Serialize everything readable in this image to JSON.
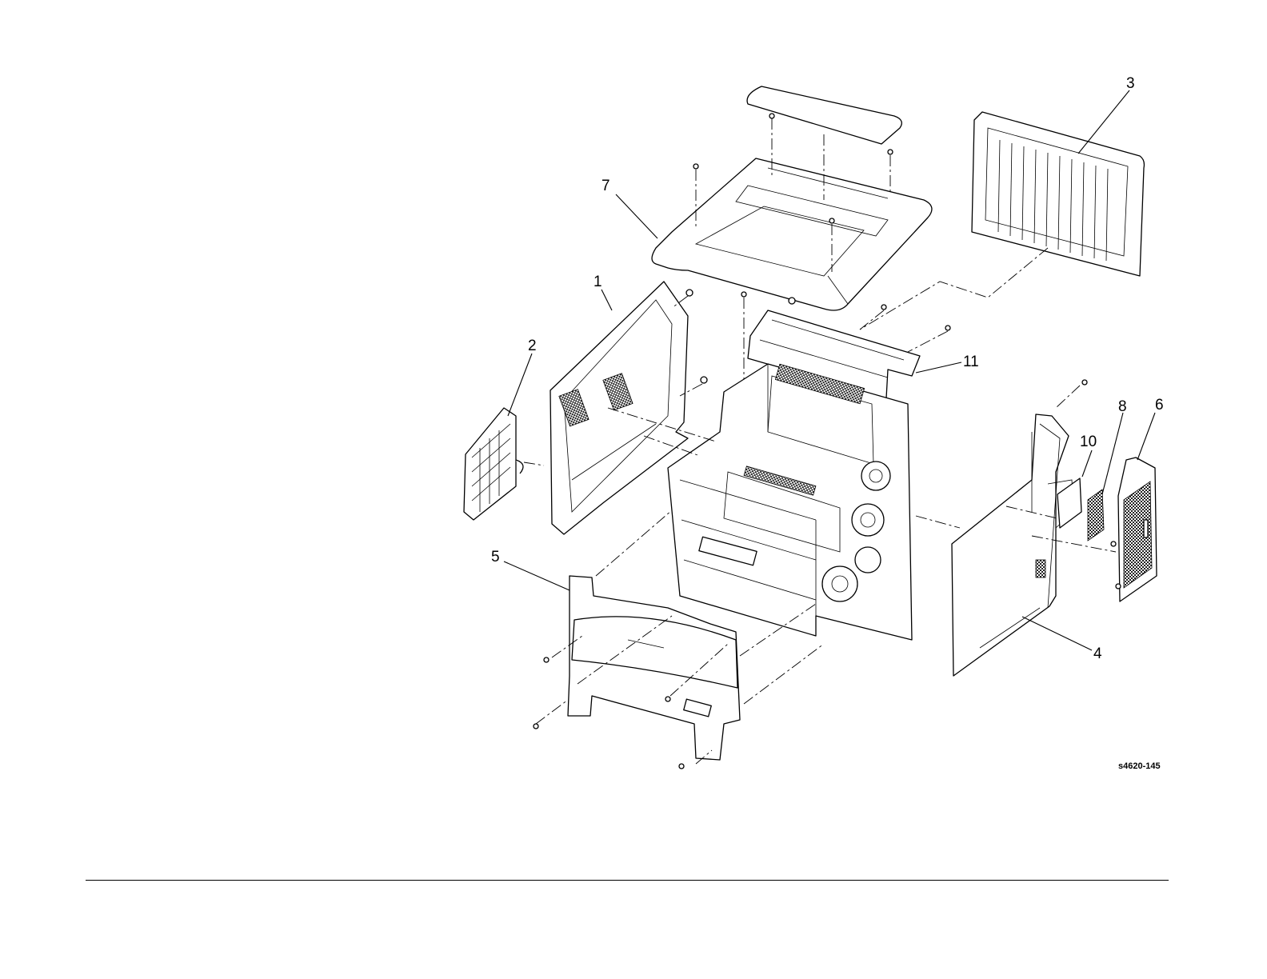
{
  "figure_id": "s4620-145",
  "callouts": {
    "c1": "1",
    "c2": "2",
    "c3": "3",
    "c4": "4",
    "c5": "5",
    "c6": "6",
    "c7": "7",
    "c8": "8",
    "c10": "10",
    "c11": "11"
  }
}
